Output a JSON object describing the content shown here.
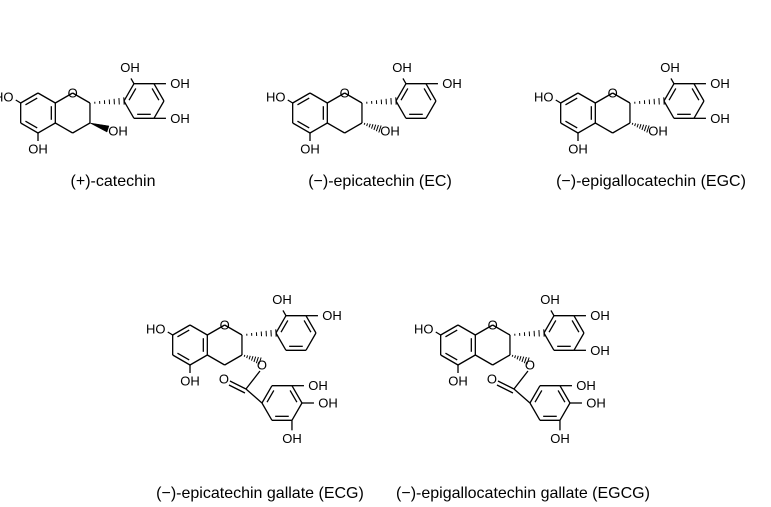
{
  "molecules": [
    {
      "caption": "(+)-catechin"
    },
    {
      "caption": "(−)-epicatechin (EC)"
    },
    {
      "caption": "(−)-epigallocatechin (EGC)"
    },
    {
      "caption": "(−)-epicatechin gallate (ECG)"
    },
    {
      "caption": "(−)-epigallocatechin gallate (EGCG)"
    }
  ],
  "atoms": {
    "hydroxyl": "OH",
    "hydroxyl_left": "HO",
    "oxygen": "O"
  }
}
